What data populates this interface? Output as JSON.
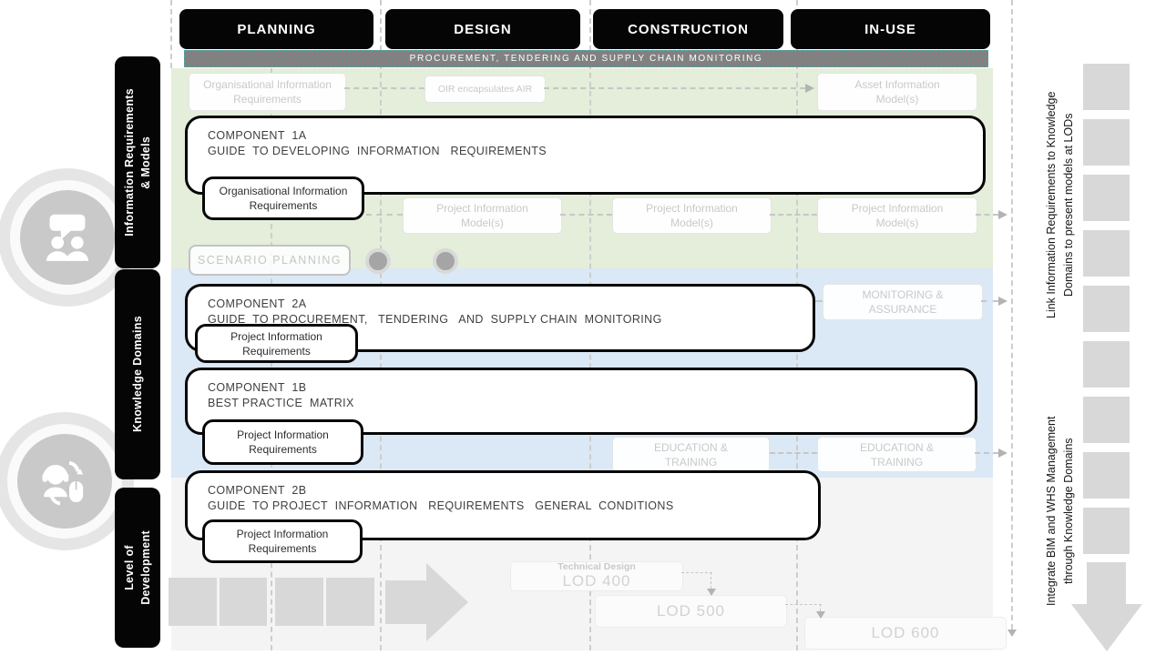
{
  "colors": {
    "band_green": "#e4eeda",
    "band_blue": "#dbe8f5",
    "band_gray": "#f4f4f4",
    "bar_gray": "#818181",
    "accent_teal": "#46a9a9",
    "black": "#050505",
    "faded_text": "#c9c9c9"
  },
  "phases": [
    "PLANNING",
    "DESIGN",
    "CONSTRUCTION",
    "IN-USE"
  ],
  "procurement_bar": "PROCUREMENT,  TENDERING  AND SUPPLY  CHAIN  MONITORING",
  "left_rail": {
    "info_req_models": {
      "line1": "Information Requirements",
      "line2": "& Models"
    },
    "knowledge_domains": "Knowledge Domains",
    "level_of_development": {
      "line1": "Level of",
      "line2": "Development"
    },
    "icons": [
      "discussion-people-icon",
      "support-headset-mouse-icon"
    ]
  },
  "right_rail": {
    "link_text": {
      "line1": "Link Information  Requirements  to Knowledge",
      "line2": "Domains  to present  models  at LODs"
    },
    "integrate_text": {
      "line1": "Integrate  BIM and WHS Management",
      "line2": "through Knowledge  Domains"
    }
  },
  "components": [
    {
      "title": "COMPONENT  1A",
      "subtitle": "GUIDE  TO DEVELOPING  INFORMATION   REQUIREMENTS",
      "tag": {
        "line1": "Organisational  Information",
        "line2": "Requirements"
      }
    },
    {
      "title": "COMPONENT  2A",
      "subtitle": "GUIDE  TO PROCUREMENT,   TENDERING   AND  SUPPLY CHAIN  MONITORING",
      "tag": {
        "line1": "Project Information",
        "line2": "Requirements"
      }
    },
    {
      "title": "COMPONENT  1B",
      "subtitle": "BEST PRACTICE  MATRIX",
      "tag": {
        "line1": "Project Information",
        "line2": "Requirements"
      }
    },
    {
      "title": "COMPONENT  2B",
      "subtitle": "GUIDE  TO PROJECT  INFORMATION   REQUIREMENTS   GENERAL  CONDITIONS",
      "tag": {
        "line1": "Project Information",
        "line2": "Requirements"
      }
    }
  ],
  "faded": {
    "org_info_req": {
      "line1": "Organisational  Information",
      "line2": "Requirements"
    },
    "oir_air": "OIR  encapsulates AIR",
    "asset_info_model": {
      "line1": "Asset Information",
      "line2": "Model(s)"
    },
    "project_info_model": {
      "line1": "Project Information",
      "line2": "Model(s)"
    },
    "scenario_planning": "SCENARIO  PLANNING",
    "monitoring_assurance": {
      "line1": "MONITORING  &",
      "line2": "ASSURANCE"
    },
    "education_training": {
      "line1": "EDUCATION &",
      "line2": "TRAINING"
    },
    "lod400_label": "Technical Design",
    "lod400": "LOD 400",
    "lod500": "LOD 500",
    "lod600": "LOD 600"
  }
}
